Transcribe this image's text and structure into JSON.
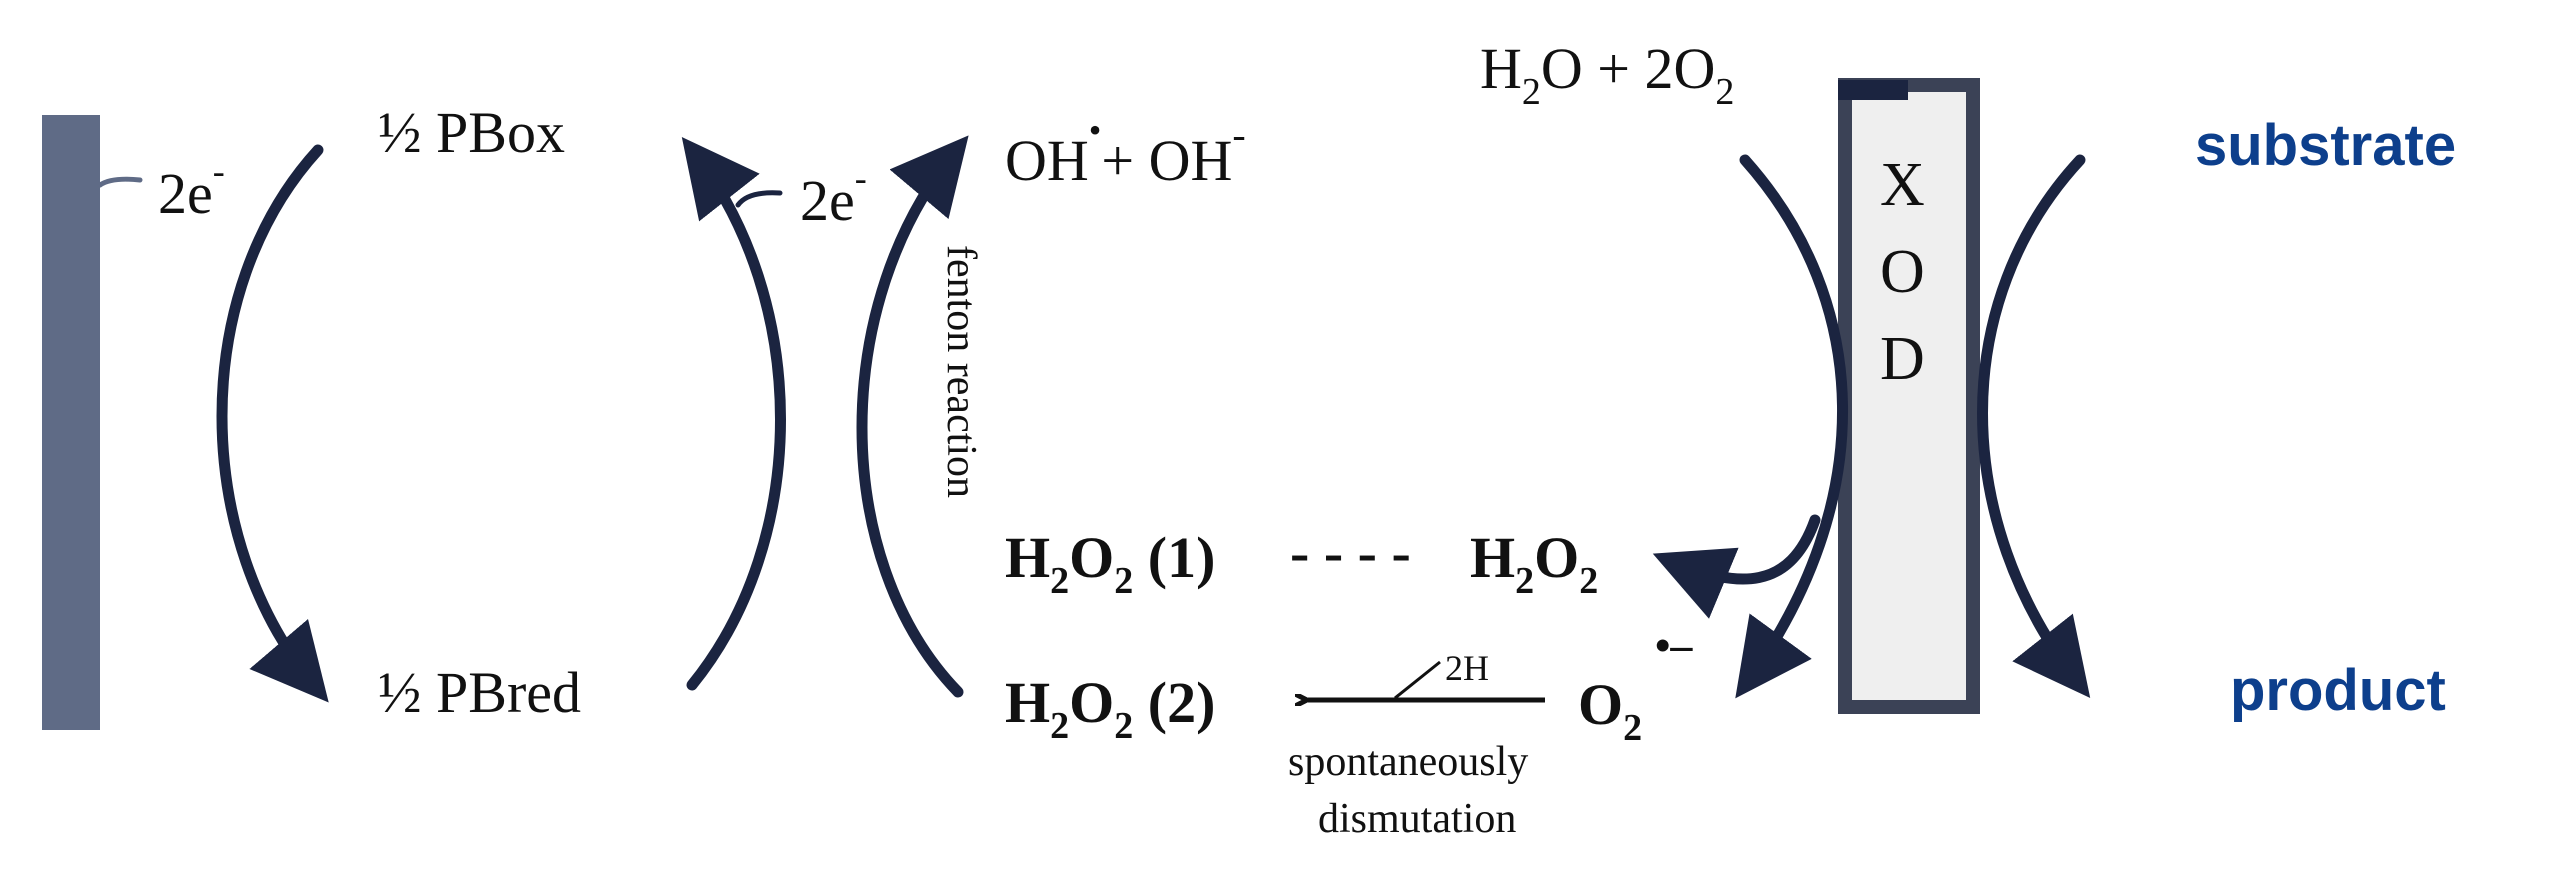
{
  "colors": {
    "electrode": "#5f6b86",
    "arrow": "#1b2440",
    "text": "#111111",
    "label_blue": "#0d3f8c",
    "box_fill": "#efefef"
  },
  "electron_transfer": {
    "left": "2e",
    "middle": "2e",
    "charge": "-"
  },
  "prussian_blue": {
    "oxidized": "½ PBox",
    "reduced": "½ PBred"
  },
  "hydroxyl": {
    "radical": "OH",
    "radical_dot": "•",
    "plus": "+ OH",
    "anion_charge": "-"
  },
  "fenton": {
    "label": "fenton reaction"
  },
  "peroxide_1": {
    "h": "H",
    "sub2": "2",
    "o": "O",
    "suffix": " (1)",
    "dashes": "- - - -"
  },
  "peroxide_right": {
    "h": "H",
    "sub2": "2",
    "o": "O"
  },
  "peroxide_2": {
    "h": "H",
    "sub2": "2",
    "o": "O",
    "suffix": " (2)"
  },
  "superoxide": {
    "o": "O",
    "sub": "2",
    "charge": "•–"
  },
  "dismutation": {
    "hydrogen": "2H",
    "line1": "spontaneously",
    "line2": "dismutation"
  },
  "oxygen_input": {
    "h": "H",
    "sub2": "2",
    "o_plus": "O + 2O"
  },
  "enzyme": {
    "letters": [
      "X",
      "O",
      "D"
    ]
  },
  "substrate": "substrate",
  "product": "product"
}
